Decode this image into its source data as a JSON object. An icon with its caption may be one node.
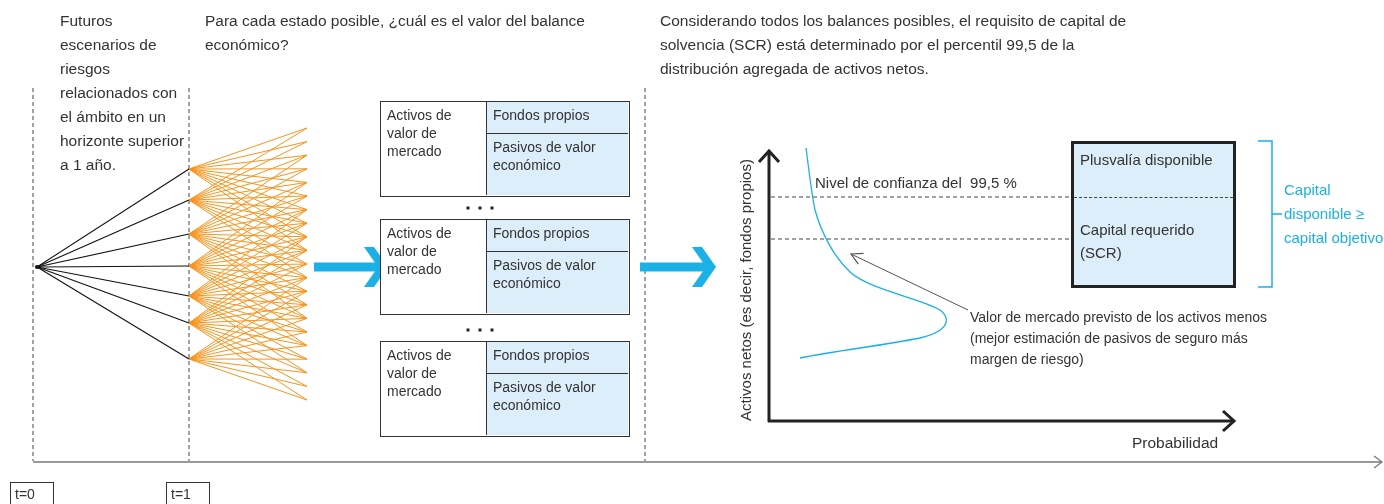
{
  "diagram": {
    "nodes": [
      {
        "text": [],
        "shape": "tree"
      },
      {
        "text": [
          "Activos de valor de mercado",
          "Fondos propios",
          "Pasivos de valor económico"
        ]
      },
      {
        "text": [
          "Activos de valor de mercado",
          "Fondos propios",
          "Pasivos de valor económico"
        ]
      },
      {
        "text": [
          "Activos de valor de mercado",
          "Fondos propios",
          "Pasivos de valor económico"
        ]
      },
      {
        "text": [
          "Plusvalía disponible",
          "Capital requerido (SCR)"
        ],
        "beside": [
          "Capital disponible ≥ capital objetivo"
        ]
      },
      {
        "text": [
          "Valor de mercado previsto de los activos menos (mejor estimación de pasivos de seguro más margen de riesgo)"
        ]
      },
      {
        "text": [],
        "shape": "curve"
      }
    ],
    "edges": [
      {
        "from": 0,
        "to": 2,
        "arrow": "to"
      },
      {
        "from": 2,
        "to": 6,
        "arrow": "to"
      },
      {
        "from": 5,
        "to": 6,
        "arrow": "to",
        "color": "#555555"
      }
    ],
    "labels": [
      "Futuros escenarios de riesgos relacionados con el ámbito en un horizonte superior a 1 año.",
      "Para cada estado posible, ¿cuál es el valor del balance económico?",
      "Considerando todos los balances posibles, el requisito de capital de solvencia (SCR) está determinado por el percentil 99,5 de la distribución agregada de activos netos.",
      "Nivel de confianza del  99,5 %",
      "Activos netos (es decir, fondos propios)",
      "Probabilidad",
      "t=0",
      "t=1"
    ]
  }
}
